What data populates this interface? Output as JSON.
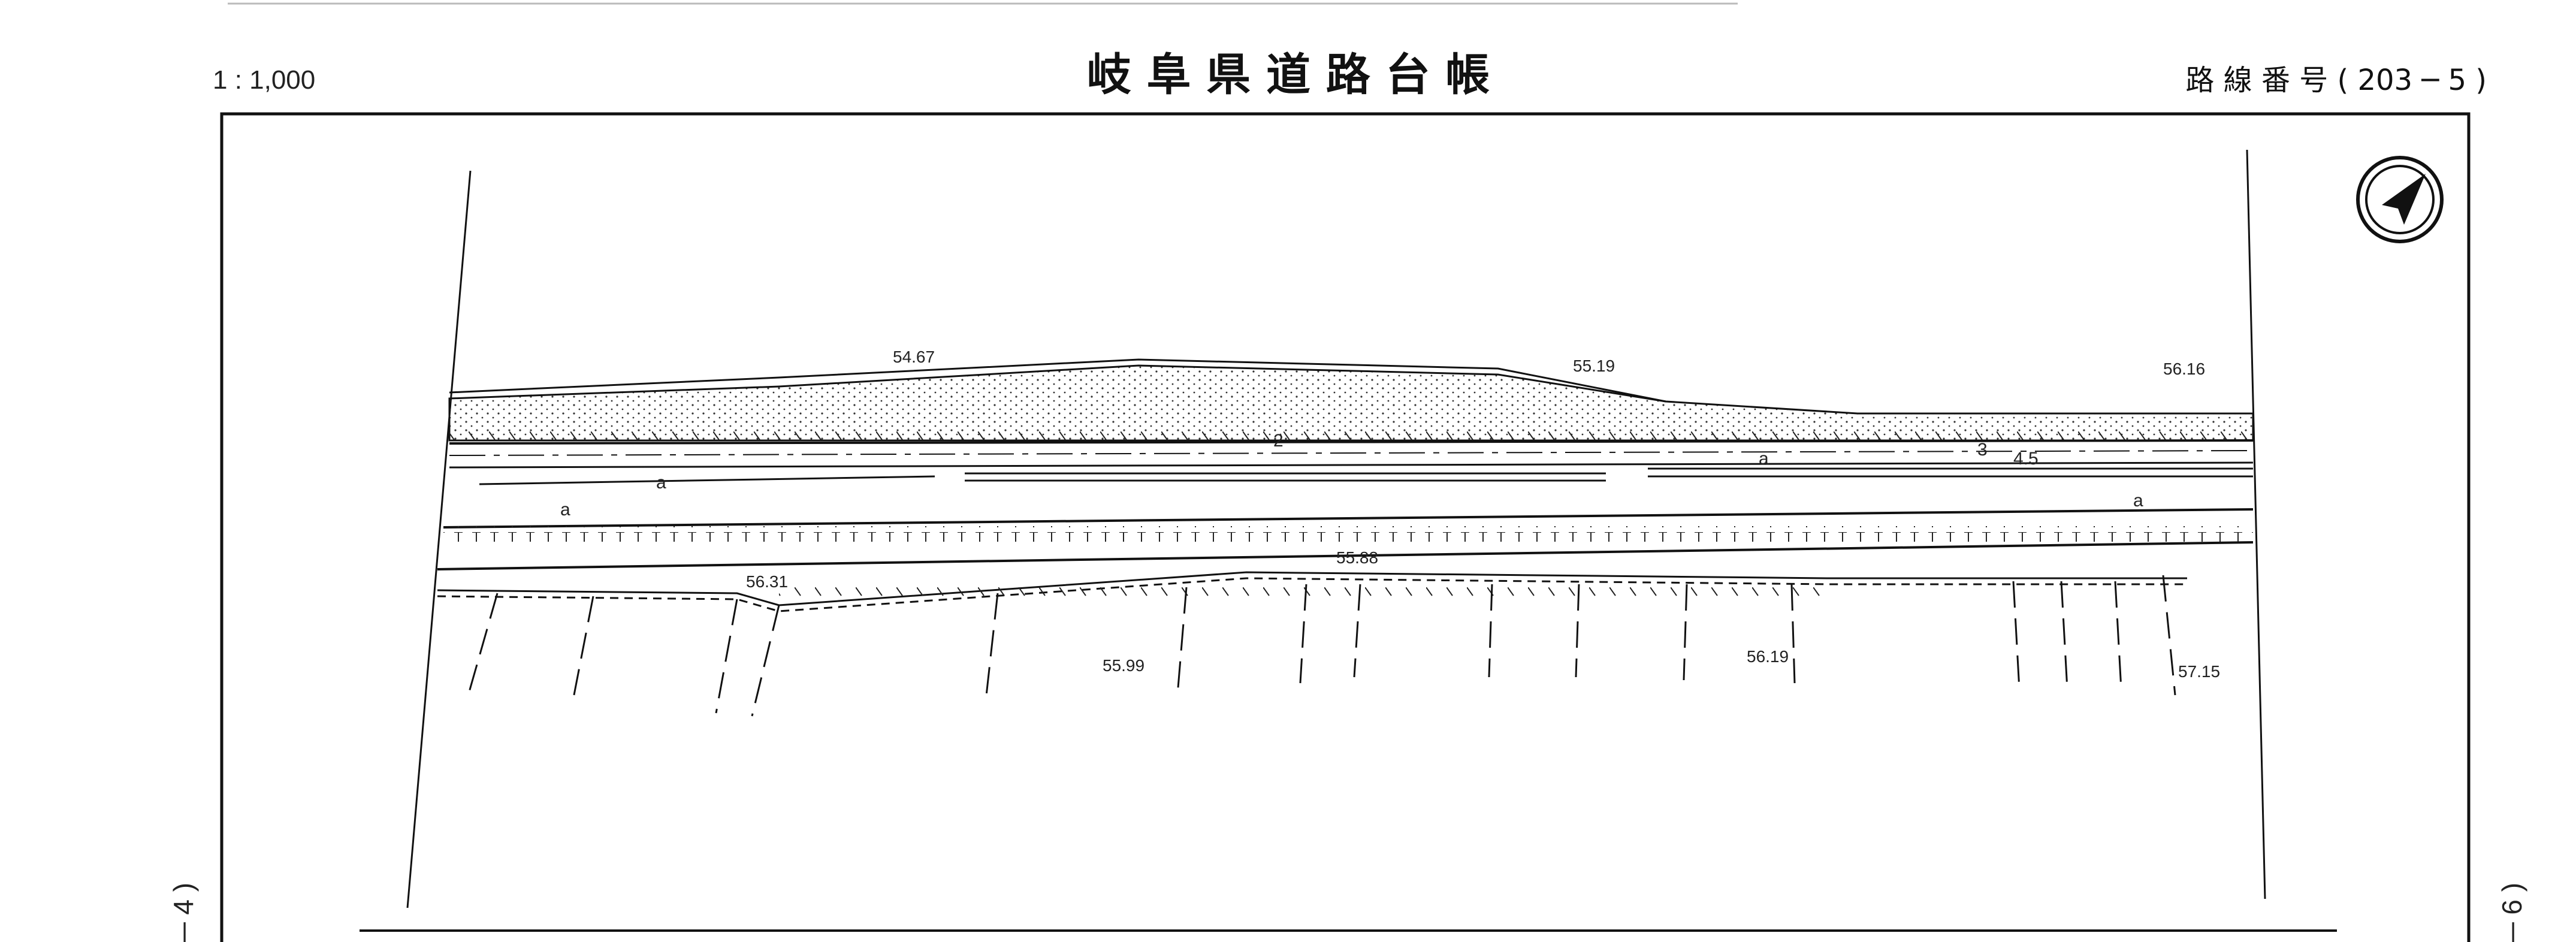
{
  "header": {
    "scale": "1 : 1,000",
    "title": "岐 阜 県 道 路 台 帳",
    "route_number": "路 線 番 号 ( 203 ─ 5 )"
  },
  "edge_labels": {
    "left_sheet": "─ 4 )",
    "right_sheet": "─ 6 )"
  },
  "map": {
    "north_arrow": "north-arrow-icon",
    "elevations": [
      "54.67",
      "55.19",
      "56.16",
      "56.31",
      "55.88",
      "55.99",
      "56.19",
      "57.15"
    ],
    "lane_marks": [
      "a",
      "a",
      "a",
      "a",
      "2",
      "3",
      "4.5"
    ],
    "line_color": "#111111",
    "background": "#ffffff"
  }
}
